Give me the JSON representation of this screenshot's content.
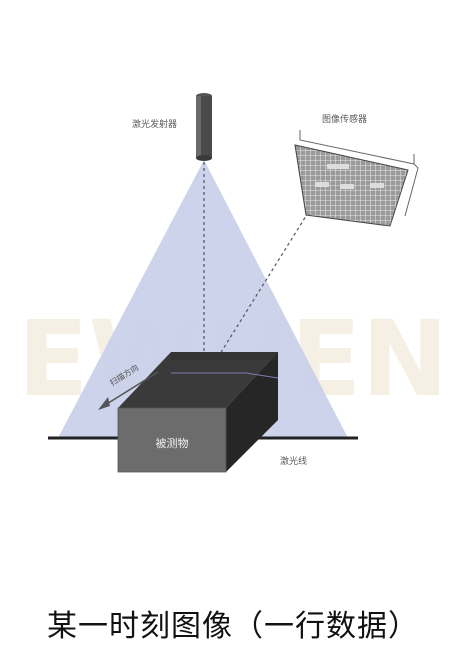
{
  "labels": {
    "laser_emitter": "激光发射器",
    "image_sensor": "图像传感器",
    "scan_direction": "扫描方向",
    "object": "被测物",
    "laser_line": "激光线"
  },
  "watermark": "EWHEN",
  "caption": "某一时刻图像（一行数据）",
  "colors": {
    "light_cone": "#c6cdea",
    "box_top": "#3d3d3d",
    "box_front": "#6e6e6e",
    "box_side": "#2a2a2a",
    "sensor_grid": "#888888",
    "ground": "#222222"
  }
}
